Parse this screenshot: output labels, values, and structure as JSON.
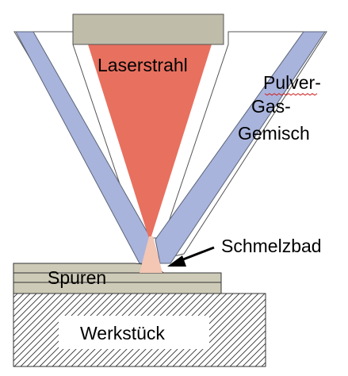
{
  "diagram": {
    "labels": {
      "laser_beam": "Laserstrahl",
      "powder_gas_line1": "Pulver-",
      "powder_gas_line2": "Gas-",
      "powder_gas_line3": "Gemisch",
      "melt_pool": "Schmelzbad",
      "tracks": "Spuren",
      "workpiece": "Werkstück"
    },
    "colors": {
      "laser_beam": "#e8705f",
      "nozzle_wall": "#a9b4dc",
      "nozzle_wall_outline": "#5a6478",
      "optics_block": "#bfbdaa",
      "melt_pool": "#f4c6b4",
      "track_layers": "#cdcab7",
      "hatching": "#333333",
      "outline": "#333333"
    }
  }
}
